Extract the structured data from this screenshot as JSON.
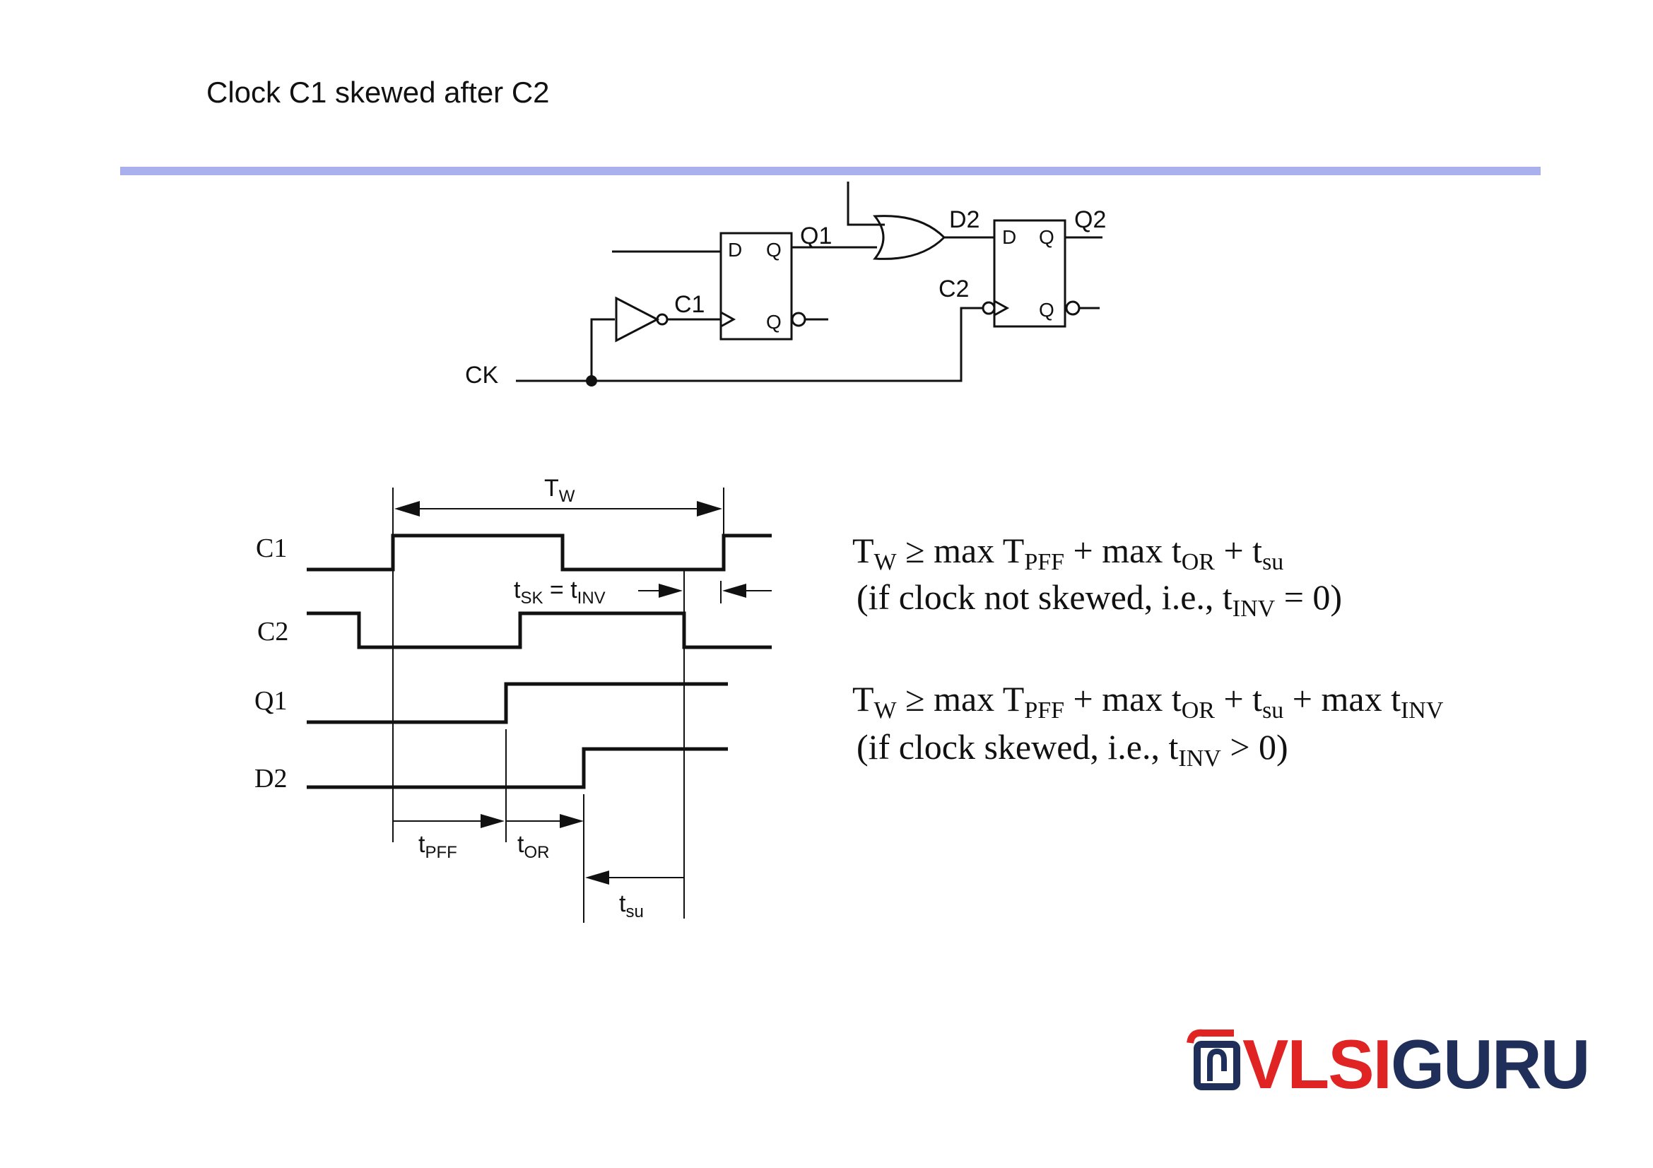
{
  "slide": {
    "title": "Clock C1 skewed after C2",
    "accent_line_color": "#aab0ee"
  },
  "circuit": {
    "input_label": "CK",
    "clock1_label": "C1",
    "clock2_label": "C2",
    "ff1": {
      "d_pin": "D",
      "q_pin": "Q",
      "qbar_pin": "Q"
    },
    "ff2": {
      "d_pin": "D",
      "q_pin": "Q",
      "qbar_pin": "Q"
    },
    "q1_label": "Q1",
    "d2_label": "D2",
    "q2_label": "Q2"
  },
  "timing": {
    "signals": [
      "C1",
      "C2",
      "Q1",
      "D2"
    ],
    "tw": {
      "main": "T",
      "sub": "W"
    },
    "tsk": {
      "t1": "t",
      "s1": "SK",
      "mid": " = t",
      "s2": "INV"
    },
    "tpff": {
      "main": "t",
      "sub": "PFF"
    },
    "tor": {
      "main": "t",
      "sub": "OR"
    },
    "tsu": {
      "main": "t",
      "sub": "su"
    }
  },
  "equations": {
    "eq1": {
      "p1": "T",
      "s1": "W",
      "p2": " ≥ max T",
      "s2": "PFF",
      "p3": " + max t",
      "s3": "OR",
      "p4": " + t",
      "s4": "su"
    },
    "note1": {
      "p1": "(if clock not skewed, i.e., t",
      "s1": "INV",
      "p2": " = 0)"
    },
    "eq2": {
      "p1": "T",
      "s1": "W",
      "p2": " ≥ max T",
      "s2": "PFF",
      "p3": " + max t",
      "s3": "OR",
      "p4": " + t",
      "s4": "su",
      "p5": " + max t",
      "s5": "INV"
    },
    "note2": {
      "p1": "(if clock skewed, i.e., t",
      "s1": "INV",
      "p2": " > 0)"
    }
  },
  "logo": {
    "part1": "VLSI",
    "part2": "GURU",
    "color1": "#e02424",
    "color2": "#1f2f59"
  }
}
